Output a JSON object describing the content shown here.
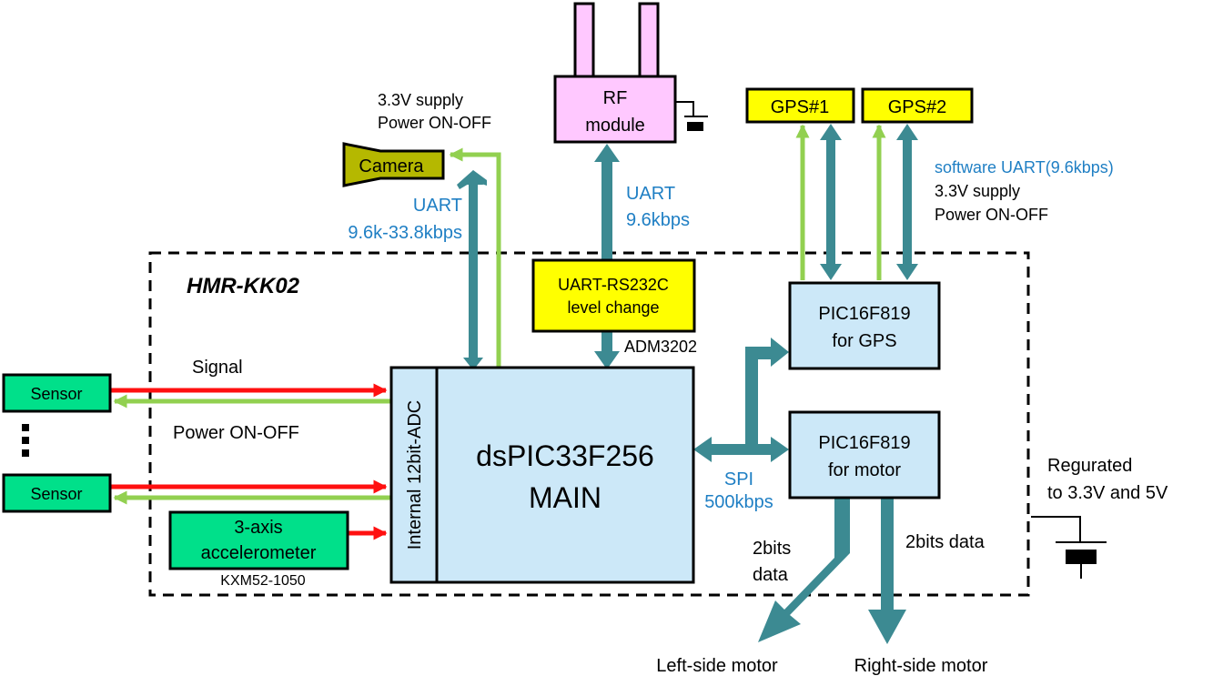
{
  "title": "HMR-KK02",
  "colors": {
    "yellow": "#ffff00",
    "pink": "#ffc8ff",
    "light_blue": "#cce8f8",
    "green_box": "#00e08a",
    "olive": "#b5b800",
    "teal_arrow": "#3c8a92",
    "light_green_line": "#92d050",
    "red_line": "#ff1010",
    "blue_text": "#1f7fc4"
  },
  "blocks": {
    "rf_module": {
      "line1": "RF",
      "line2": "module"
    },
    "camera": "Camera",
    "gps1": "GPS#1",
    "gps2": "GPS#2",
    "uart_rs232c": {
      "line1": "UART-RS232C",
      "line2": "level change"
    },
    "adm3202": "ADM3202",
    "pic_gps": {
      "line1": "PIC16F819",
      "line2": "for GPS"
    },
    "pic_motor": {
      "line1": "PIC16F819",
      "line2": "for motor"
    },
    "main": {
      "line1": "dsPIC33F256",
      "line2": "MAIN"
    },
    "adc": "Internal 12bit-ADC",
    "sensor_top": "Sensor",
    "sensor_bottom": "Sensor",
    "accelerometer": {
      "line1": "3-axis",
      "line2": "accelerometer"
    },
    "kxm": "KXM52-1050"
  },
  "labels": {
    "camera_supply_1": "3.3V supply",
    "camera_supply_2": "Power ON-OFF",
    "camera_uart_1": "UART",
    "camera_uart_2": "9.6k-33.8kbps",
    "rf_uart_1": "UART",
    "rf_uart_2": "9.6kbps",
    "gps_uart": "software UART(9.6kbps)",
    "gps_supply_1": "3.3V supply",
    "gps_supply_2": "Power ON-OFF",
    "signal": "Signal",
    "power_on_off": "Power ON-OFF",
    "spi_1": "SPI",
    "spi_2": "500kbps",
    "regulated_1": "Regurated",
    "regulated_2": "to 3.3V and 5V",
    "bits_left_1": "2bits",
    "bits_left_2": "data",
    "bits_right": "2bits data",
    "left_motor": "Left-side motor",
    "right_motor": "Right-side motor"
  }
}
